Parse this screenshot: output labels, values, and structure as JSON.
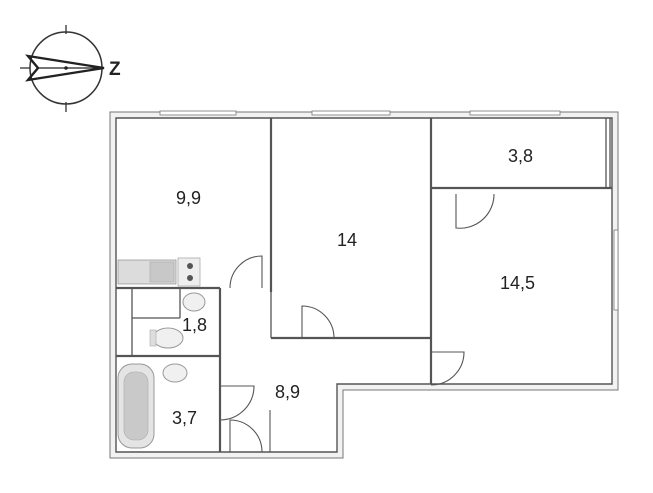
{
  "compass": {
    "direction_letter": "Z"
  },
  "rooms": [
    {
      "id": "room-9-9",
      "area": "9,9"
    },
    {
      "id": "room-14",
      "area": "14"
    },
    {
      "id": "room-3-8",
      "area": "3,8"
    },
    {
      "id": "room-14-5",
      "area": "14,5"
    },
    {
      "id": "room-1-8",
      "area": "1,8"
    },
    {
      "id": "room-8-9",
      "area": "8,9"
    },
    {
      "id": "room-3-7",
      "area": "3,7"
    }
  ],
  "colors": {
    "wall": "#555555",
    "band": "#f2f2f2",
    "fixture": "#bdbdbd"
  }
}
